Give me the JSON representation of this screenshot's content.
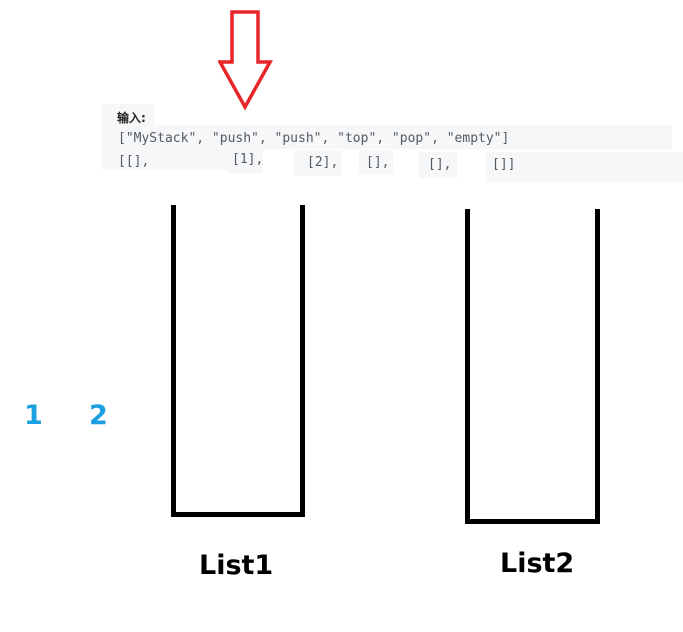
{
  "code_block": {
    "label": "输入:",
    "line1": "[\"MyStack\", \"push\", \"push\", \"top\", \"pop\", \"empty\"]",
    "args": [
      "[[],",
      "[1],",
      "[2],",
      "[],",
      "[],",
      "[]]"
    ]
  },
  "lists": {
    "list1_label": "List1",
    "list2_label": "List2"
  },
  "numbers": {
    "first": "1",
    "second": "2",
    "color": "#1a9fe0"
  },
  "colors": {
    "arrow": "#e8262a",
    "container_stroke": "#000000",
    "code_background": "#f6f7f8"
  },
  "icons": {
    "arrow": "down-arrow-icon"
  }
}
